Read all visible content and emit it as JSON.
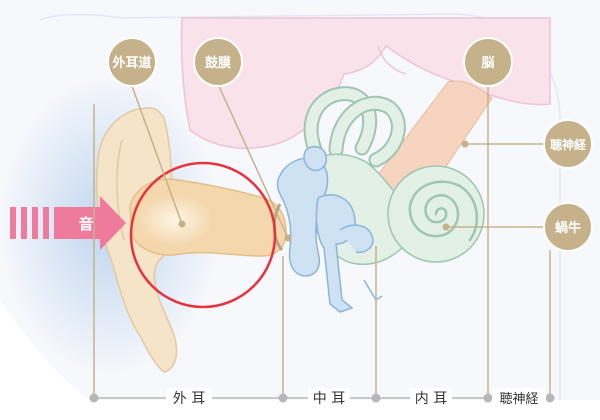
{
  "colors": {
    "bubble": "#c5b28a",
    "leader": "#c5b28a",
    "skin": "#f6e4c8",
    "skin_stroke": "#e2c9a1",
    "canal": "#f4d7ad",
    "brain": "#f9e2ea",
    "brain_stroke": "#ecc4d3",
    "nerve": "#f6d4c0",
    "inner_ear": "#e2f0e6",
    "inner_ear_stroke": "#9fc6b2",
    "ossicles": "#cfe2f4",
    "ossicles_stroke": "#8db4d8",
    "highlight_circle": "#e8323c",
    "sound_arrow": "#ee7a9c",
    "axis": "#b7b7b7",
    "glow": "#bcd3ee"
  },
  "labels": {
    "ear_canal": "外耳道",
    "eardrum": "鼓膜",
    "brain": "脳",
    "auditory_nerve": "聴神経",
    "cochlea": "蝸牛",
    "sound": "音"
  },
  "axis": {
    "outer_ear": "外 耳",
    "middle_ear": "中 耳",
    "inner_ear": "内 耳",
    "auditory_nerve": "聴神経"
  }
}
